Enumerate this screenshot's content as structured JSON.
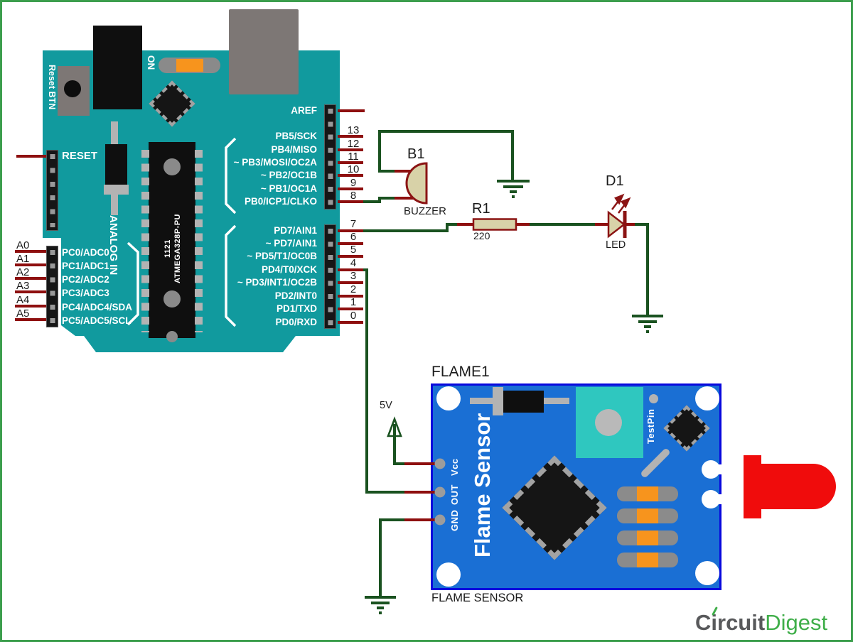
{
  "colors": {
    "page_border": "#3c9e4d",
    "board_teal": "#119a9e",
    "flame_blue": "#1a6fd4",
    "flame_border": "#0808dd",
    "wire_green": "#1a5220",
    "stub_red": "#8e0f0f",
    "tan": "#d8d2a8",
    "outline_red": "#8b1414",
    "orange": "#f7941d",
    "led_red": "#f00c0c",
    "pot_teal": "#2fc7bf",
    "metal": "#7d7775",
    "logo_gray": "#58595b",
    "logo_green": "#3fae49"
  },
  "arduino": {
    "reset_btn": "Reset BTN",
    "on": "ON",
    "reset": "RESET",
    "analog_in": "ANALOG IN",
    "chip_date": "1121",
    "chip_part": "ATMEGA328P-PU",
    "aref": "AREF",
    "digital_top_labels": [
      "PB5/SCK",
      "PB4/MISO",
      "~ PB3/MOSI/OC2A",
      "~ PB2/OC1B",
      "~ PB1/OC1A",
      "PB0/ICP1/CLKO"
    ],
    "digital_top_numbers": [
      "13",
      "12",
      "11",
      "10",
      "9",
      "8"
    ],
    "digital_bottom_labels": [
      "PD7/AIN1",
      "~ PD7/AIN1",
      "~ PD5/T1/OC0B",
      "PD4/T0/XCK",
      "~ PD3/INT1/OC2B",
      "PD2/INT0",
      "PD1/TXD",
      "PD0/RXD"
    ],
    "digital_bottom_numbers": [
      "7",
      "6",
      "5",
      "4",
      "3",
      "2",
      "1",
      "0"
    ],
    "analog_pin_names": [
      "A0",
      "A1",
      "A2",
      "A3",
      "A4",
      "A5"
    ],
    "analog_labels": [
      "PC0/ADC0",
      "PC1/ADC1",
      "PC2/ADC2",
      "PC3/ADC3",
      "PC4/ADC4/SDA",
      "PC5/ADC5/SCL"
    ]
  },
  "buzzer": {
    "ref": "B1",
    "type": "BUZZER"
  },
  "resistor": {
    "ref": "R1",
    "value": "220"
  },
  "led": {
    "ref": "D1",
    "type": "LED"
  },
  "supply": {
    "label": "5V"
  },
  "flame": {
    "ref": "FLAME1",
    "board_title": "Flame Sensor",
    "pin_labels": [
      "Vcc",
      "OUT",
      "GND"
    ],
    "test_pin": "TestPin",
    "caption": "FLAME SENSOR"
  },
  "logo": {
    "part1": "Circuit",
    "part2": "Digest"
  }
}
